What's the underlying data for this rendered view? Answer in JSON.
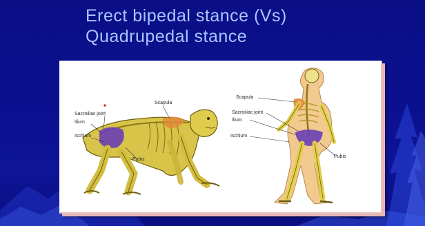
{
  "slide": {
    "title_line1": "Erect bipedal stance (Vs)",
    "title_line2": "Quadrupedal stance"
  },
  "figure": {
    "labels": {
      "scapula": "Scapula",
      "sacroiliac_joint": "Sacroiliac joint",
      "ilium": "Ilium",
      "ischium": "Ischium",
      "pubis": "Pubis"
    }
  },
  "colors": {
    "background": "#0b108f",
    "title": "#a9c6ff",
    "bone": "#e2cf4a",
    "pelvis": "#6a3fb5",
    "scapula": "#e08a3a"
  }
}
